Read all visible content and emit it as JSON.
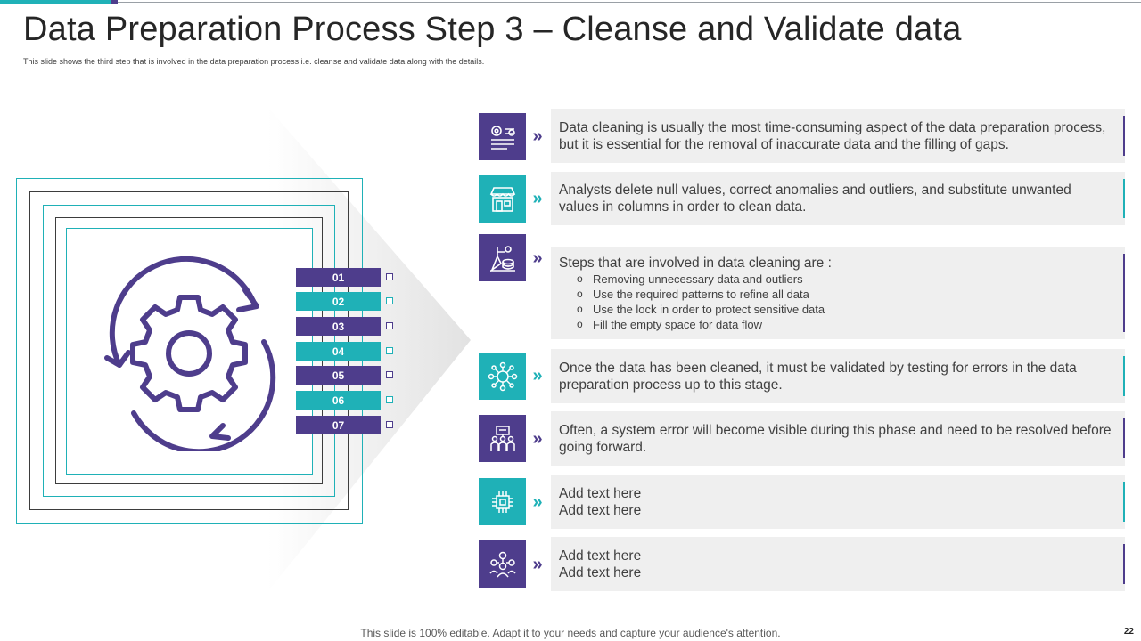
{
  "header": {
    "title": "Data Preparation Process Step 3 – Cleanse and Validate data",
    "subtitle": "This slide shows the third step that is involved in the data preparation process i.e. cleanse and validate data along with the details."
  },
  "diagram": {
    "center_icon": "gear-cycle-icon",
    "numbers": [
      "01",
      "02",
      "03",
      "04",
      "05",
      "06",
      "07"
    ]
  },
  "items": [
    {
      "icon": "data-settings-icon",
      "text": "Data cleaning is usually the most time-consuming aspect of the data preparation process, but it is essential for the removal of inaccurate data and the filling of gaps."
    },
    {
      "icon": "store-icon",
      "text": "Analysts delete null values, correct anomalies and outliers, and substitute unwanted values in columns in order to clean data."
    },
    {
      "icon": "coins-analysis-icon",
      "text": "Steps that are involved in data cleaning are :",
      "bullet_glyph": "o",
      "bullets": [
        "Removing unnecessary data and outliers",
        "Use the required patterns to refine all data",
        "Use the lock in order to protect sensitive data",
        "Fill the empty space for data flow"
      ]
    },
    {
      "icon": "network-icon",
      "text": "Once the data has been cleaned, it must be validated by testing for errors in the data preparation process up to this stage."
    },
    {
      "icon": "team-presentation-icon",
      "text": "Often, a system error will become visible during this phase and need to be resolved before going forward."
    },
    {
      "icon": "chip-icon",
      "line1": "Add text here",
      "line2": "Add text here"
    },
    {
      "icon": "people-network-icon",
      "line1": "Add text here",
      "line2": "Add text here"
    }
  ],
  "chevron": "»",
  "footer": {
    "note": "This slide is 100% editable. Adapt it to your needs and capture your audience's attention.",
    "page_number": "22"
  },
  "colors": {
    "purple": "#4e3d8c",
    "teal": "#1fb1b7",
    "panel": "#efefef"
  }
}
